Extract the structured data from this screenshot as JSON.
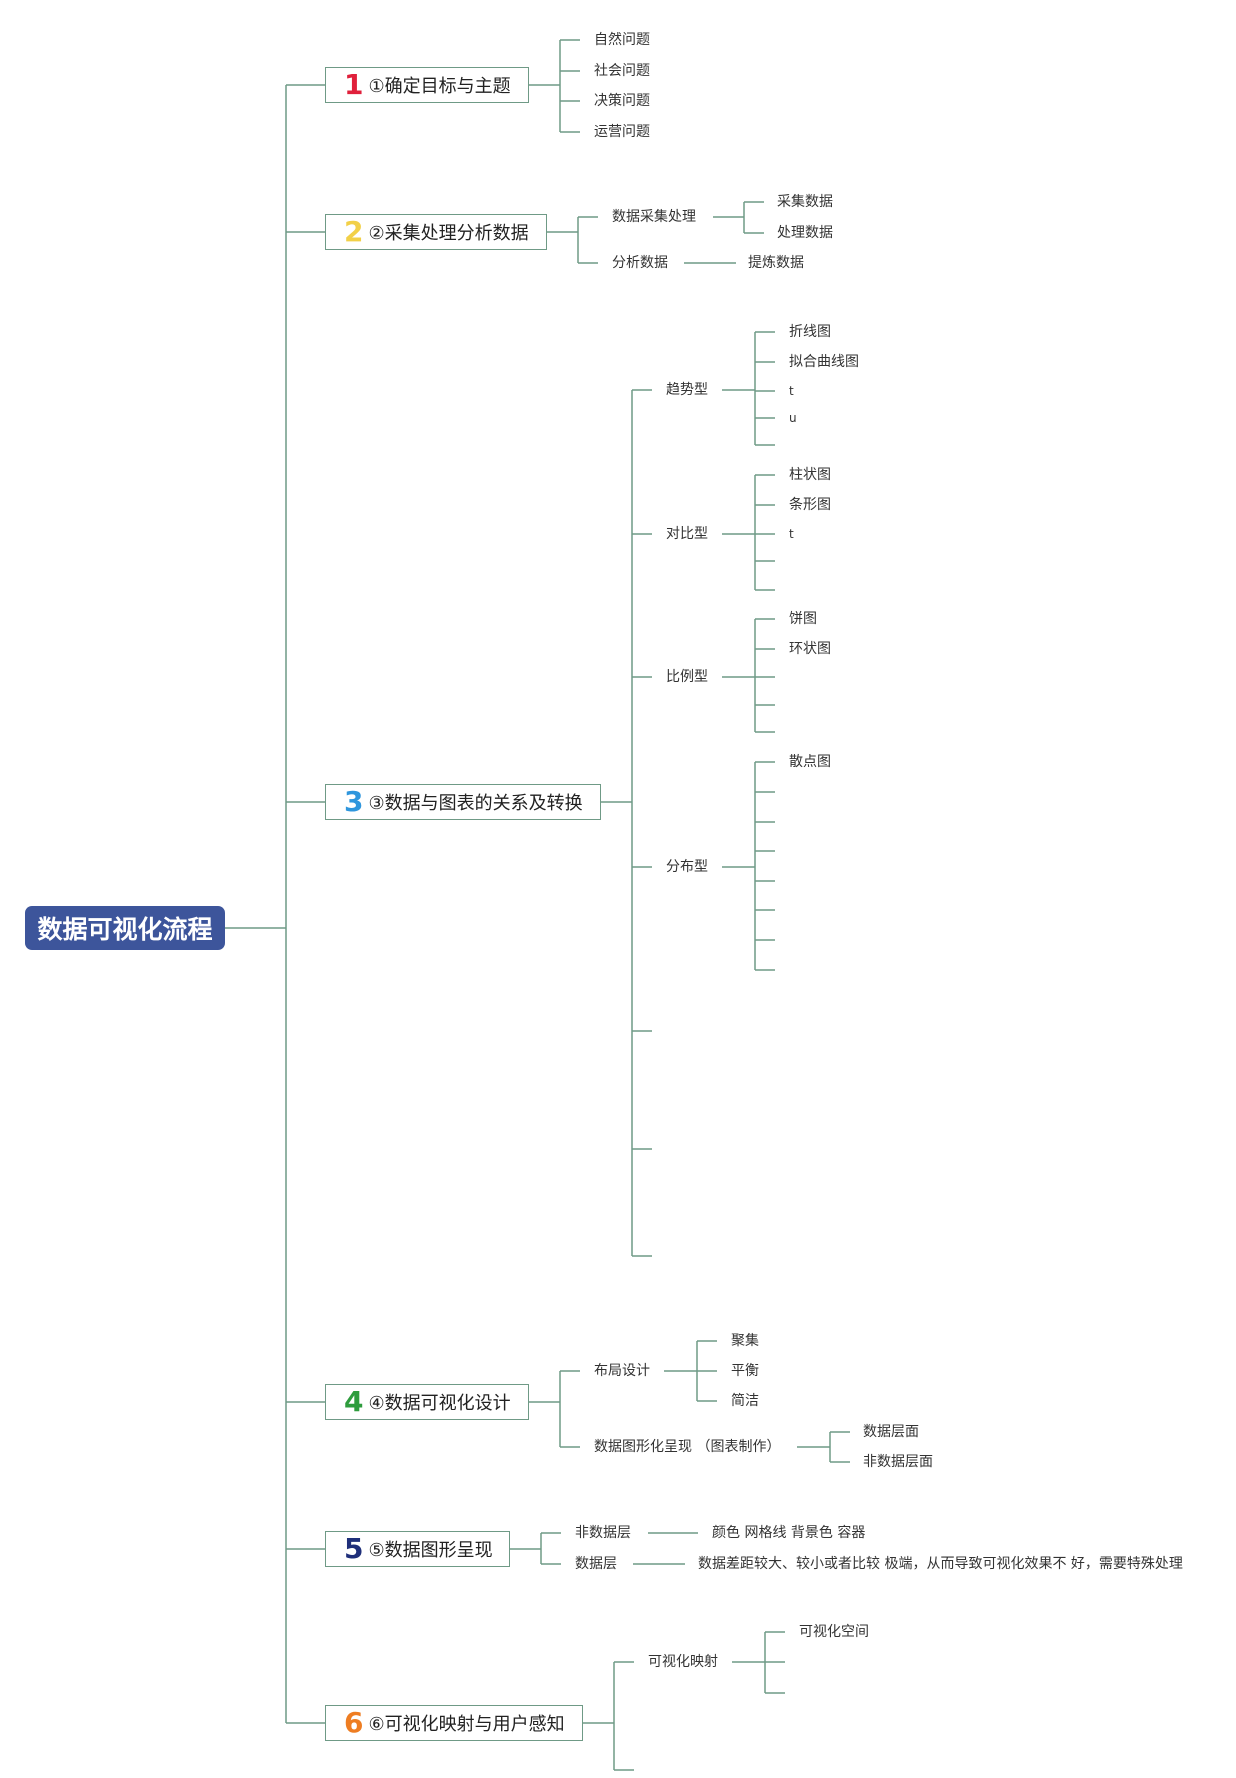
{
  "root": {
    "title": "数据可视化流程"
  },
  "branches": [
    {
      "num": "1",
      "num_color": "#e0203b",
      "label": "①确定目标与主题"
    },
    {
      "num": "2",
      "num_color": "#f2d048",
      "label": "②采集处理分析数据"
    },
    {
      "num": "3",
      "num_color": "#2f96dd",
      "label": "③数据与图表的关系及转换"
    },
    {
      "num": "4",
      "num_color": "#2e9c3d",
      "label": "④数据可视化设计"
    },
    {
      "num": "5",
      "num_color": "#1f2f7a",
      "label": "⑤数据图形呈现"
    },
    {
      "num": "6",
      "num_color": "#ee7d22",
      "label": "⑥可视化映射与用户感知"
    }
  ],
  "b1": {
    "items": [
      "自然问题",
      "社会问题",
      "决策问题",
      "运营问题"
    ]
  },
  "b2": {
    "collect": "数据采集处理",
    "collect_items": [
      "采集数据",
      "处理数据"
    ],
    "analyze": "分析数据",
    "analyze_item": "提炼数据"
  },
  "b3": {
    "types": [
      {
        "label": "趋势型",
        "items": [
          "折线图",
          "拟合曲线图",
          "t",
          "u"
        ]
      },
      {
        "label": "对比型",
        "items": [
          "柱状图",
          "条形图",
          "t"
        ]
      },
      {
        "label": "比例型",
        "items": [
          "饼图",
          "环状图"
        ]
      },
      {
        "label": "分布型",
        "items": [
          "散点图"
        ]
      }
    ]
  },
  "b4": {
    "layout": "布局设计",
    "layout_items": [
      "聚集",
      "平衡",
      "简洁"
    ],
    "graphic": "数据图形化呈现 （图表制作）",
    "graphic_items": [
      "数据层面",
      "非数据层面"
    ]
  },
  "b5": {
    "nondata": "非数据层",
    "nondata_item": "颜色 网格线 背景色 容器",
    "data": "数据层",
    "data_item": "数据差距较大、较小或者比较 极端，从而导致可视化效果不 好，需要特殊处理"
  },
  "b6": {
    "mapping": "可视化映射",
    "mapping_items": [
      "可视化空间"
    ]
  },
  "style": {
    "line_color": "#6f9a86",
    "root_color": "#3d559b"
  }
}
